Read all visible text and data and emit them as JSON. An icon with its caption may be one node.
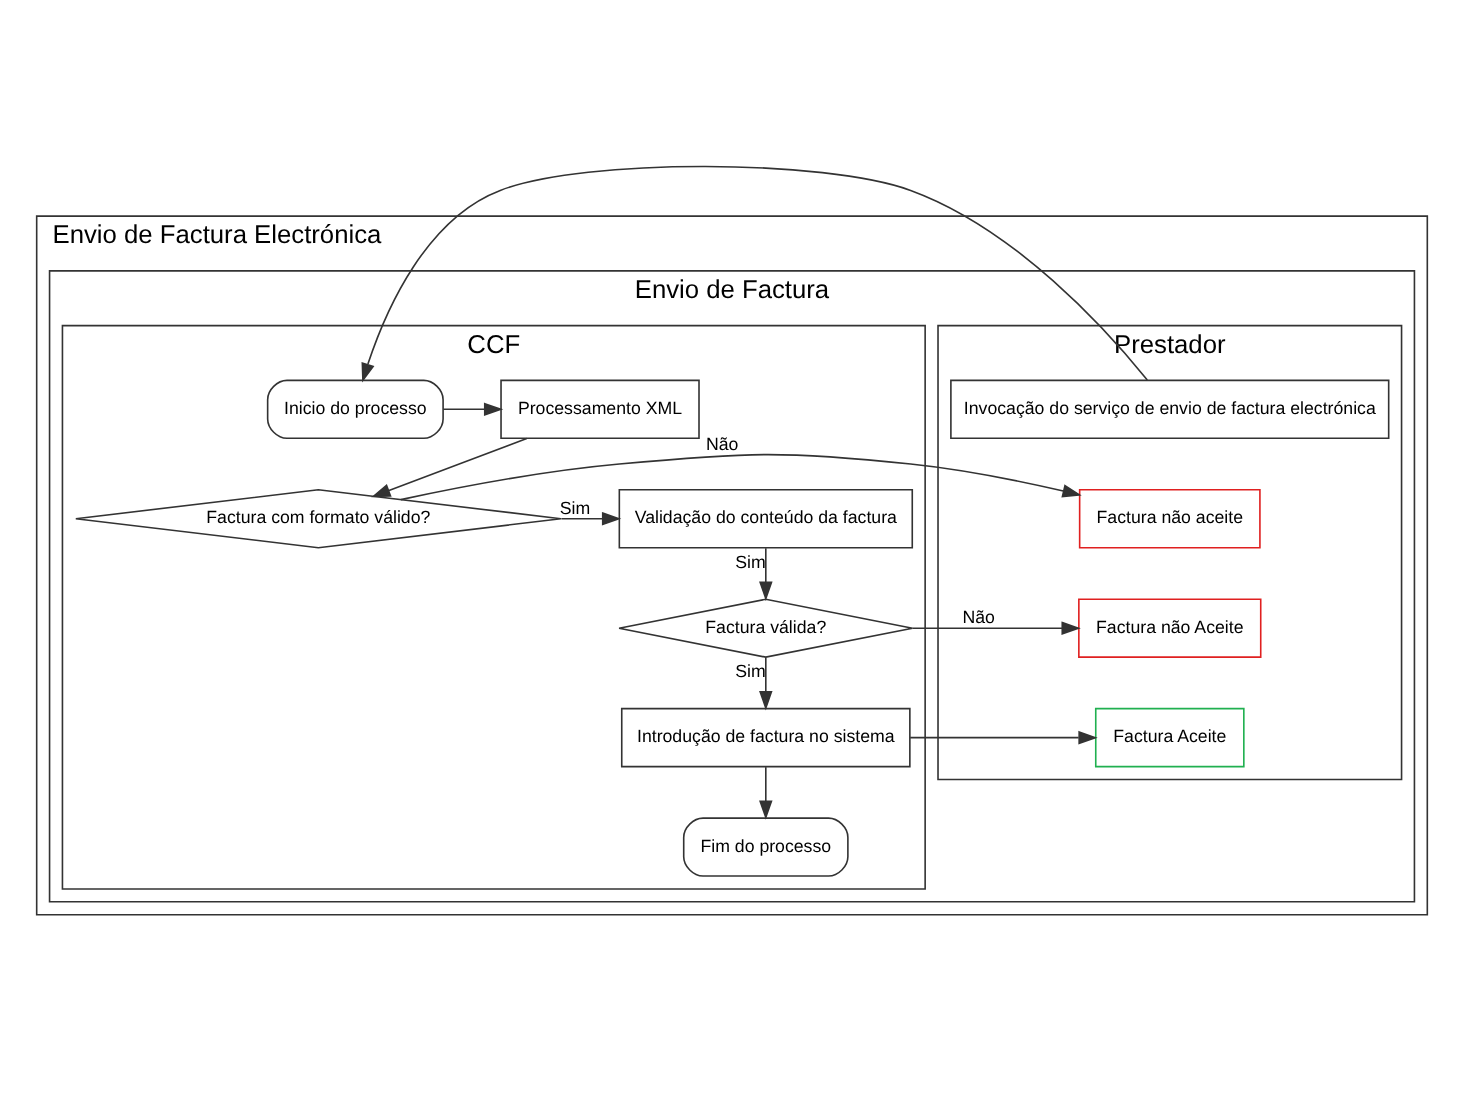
{
  "diagram": {
    "nodes": [
      {
        "text": [
          "Envio de Factura Electrónica"
        ]
      },
      {
        "text": [
          "Envio de Factura"
        ],
        "in": 0
      },
      {
        "text": [
          "Prestador"
        ],
        "in": 1
      },
      {
        "text": [
          "CCF"
        ],
        "in": 1
      },
      {
        "text": [
          "Invocação do serviço de envio de factura electrónica"
        ],
        "in": 2
      },
      {
        "text": [
          "Factura não aceite"
        ],
        "in": 2
      },
      {
        "text": [
          "Factura não Aceite"
        ],
        "in": 2
      },
      {
        "text": [
          "Factura Aceite"
        ],
        "in": 2
      },
      {
        "text": [
          "Inicio do processo"
        ],
        "in": 3
      },
      {
        "text": [
          "Processamento XML"
        ],
        "in": 3
      },
      {
        "text": [
          "Factura com formato válido?"
        ],
        "in": 3
      },
      {
        "text": [
          "Validação do conteúdo da factura"
        ],
        "in": 3
      },
      {
        "text": [
          "Factura válida?"
        ],
        "in": 3
      },
      {
        "text": [
          "Introdução de factura no sistema"
        ],
        "in": 3
      },
      {
        "text": [
          "Fim do processo"
        ],
        "in": 3
      }
    ],
    "edges": [
      {
        "from": 4,
        "to": 8,
        "arrow": "to"
      },
      {
        "from": 8,
        "to": 9,
        "arrow": "to"
      },
      {
        "from": 9,
        "to": 10,
        "arrow": "to"
      },
      {
        "from": 10,
        "to": 5,
        "label": "Não",
        "arrow": "to"
      },
      {
        "from": 10,
        "to": 11,
        "label": "Sim",
        "arrow": "to"
      },
      {
        "from": 11,
        "to": 12,
        "label": "Sim",
        "arrow": "to"
      },
      {
        "from": 12,
        "to": 6,
        "label": "Não",
        "arrow": "to"
      },
      {
        "from": 12,
        "to": 13,
        "label": "Sim",
        "arrow": "to"
      },
      {
        "from": 13,
        "to": 7,
        "arrow": "to"
      },
      {
        "from": 13,
        "to": 14,
        "arrow": "to"
      }
    ]
  }
}
